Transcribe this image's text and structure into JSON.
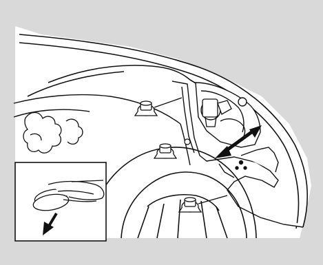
{
  "figure": {
    "background_color": "#d9d9d9",
    "line_color": "#111111",
    "fill_color": "#ffffff",
    "arrow_color": "#111111",
    "parts": [
      "fender-outline",
      "headlight-housing",
      "bulb",
      "access-cover",
      "clip-upper",
      "clip-middle",
      "clip-lower",
      "wheel-tire",
      "inset-hand",
      "removal-arrow",
      "inset-removal-arrow"
    ]
  }
}
